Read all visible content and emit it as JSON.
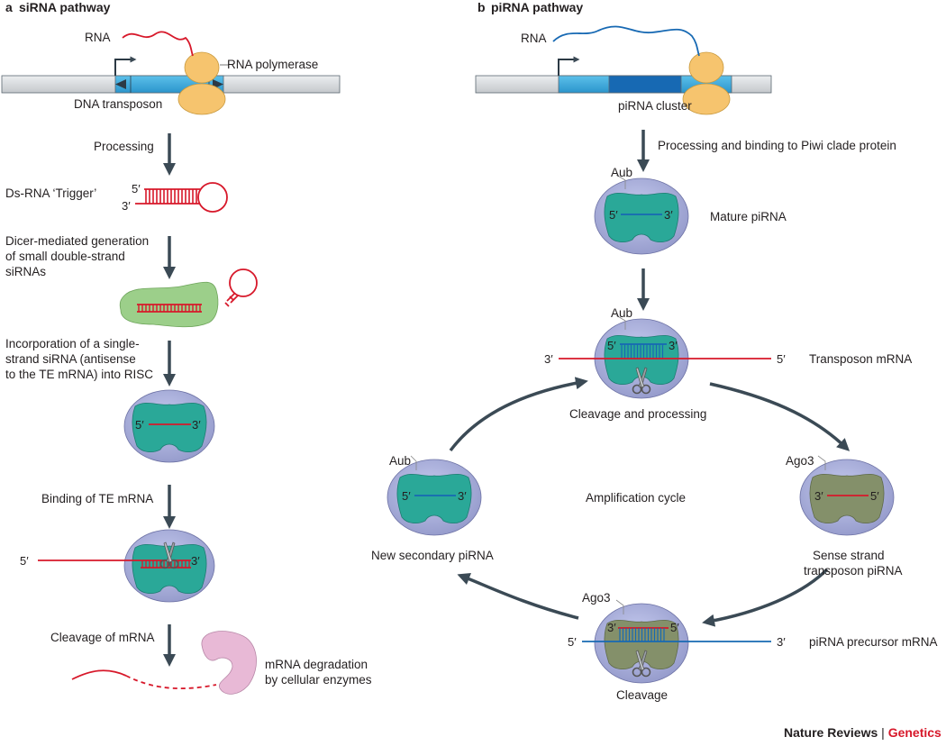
{
  "panel_a": {
    "letter": "a",
    "title": "siRNA pathway",
    "rna_label": "RNA",
    "polymerase_label": "RNA polymerase",
    "transposon_label": "DNA transposon",
    "step1": "Processing",
    "trigger_label": "Ds-RNA ‘Trigger’",
    "five_prime": "5′",
    "three_prime": "3′",
    "dicer_lines": [
      "Dicer-mediated generation",
      "of small double-strand",
      "siRNAs"
    ],
    "incorp_lines": [
      "Incorporation of a single-",
      "strand siRNA (antisense",
      "to the TE mRNA) into RISC"
    ],
    "binding": "Binding of TE mRNA",
    "cleavage": "Cleavage of mRNA",
    "degradation_lines": [
      "mRNA degradation",
      "by cellular enzymes"
    ]
  },
  "panel_b": {
    "letter": "b",
    "title": "piRNA pathway",
    "rna_label": "RNA",
    "cluster_label": "piRNA cluster",
    "processing": "Processing and binding to Piwi clade protein",
    "aub": "Aub",
    "ago3": "Ago3",
    "mature": "Mature piRNA",
    "transposon_mrna": "Transposon mRNA",
    "cleavage_processing": "Cleavage and processing",
    "amplification": "Amplification cycle",
    "new_secondary": "New secondary piRNA",
    "sense_lines": [
      "Sense strand",
      "transposon piRNA"
    ],
    "precursor": "piRNA precursor mRNA",
    "cleavage": "Cleavage",
    "five_prime": "5′",
    "three_prime": "3′"
  },
  "footer": {
    "journal": "Nature Reviews",
    "separator": " | ",
    "section": "Genetics"
  },
  "colors": {
    "red": "#d7182a",
    "blue": "#1769b3",
    "cyan": "#3aa7d9",
    "arrow": "#3b4a55",
    "ellipse": "#a9aedb",
    "teal": "#2aa898",
    "olive": "#84906a",
    "green_blob": "#9ccf8a",
    "pink": "#e8b9d6",
    "polymerase": "#f6c46e",
    "dna_gray": "#d6d9dc"
  }
}
